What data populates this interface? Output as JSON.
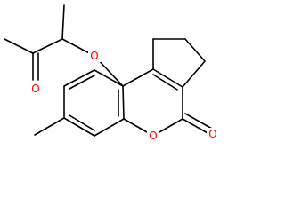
{
  "structure": {
    "atoms": [
      {
        "id": "ketone_o",
        "label": "O",
        "color": "#ff0000"
      },
      {
        "id": "ether_o",
        "label": "O",
        "color": "#ff0000"
      },
      {
        "id": "ring_o",
        "label": "O",
        "color": "#ff0000"
      },
      {
        "id": "lactone_o",
        "label": "O",
        "color": "#ff0000"
      }
    ],
    "bond_color": "#000000"
  }
}
